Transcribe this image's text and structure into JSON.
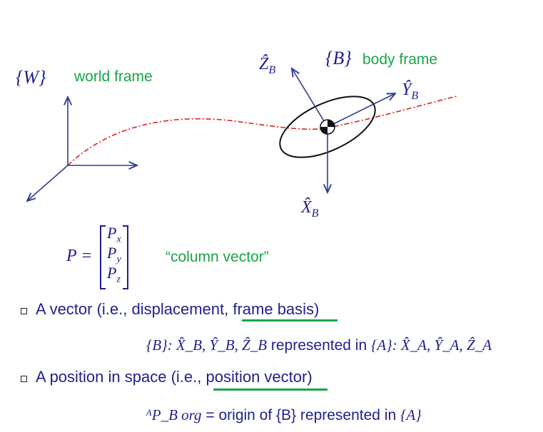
{
  "diagram": {
    "world_label": "{W}",
    "world_text": "world frame",
    "body_label": "{B}",
    "body_text": "body frame",
    "axis_zb": "Ẑ",
    "axis_yb": "Ŷ",
    "axis_xb": "X̂",
    "axis_subscript": "B"
  },
  "vector_eq": {
    "lhs": "P =",
    "components": [
      "P",
      "P",
      "P"
    ],
    "subscripts": [
      "x",
      "y",
      "z"
    ],
    "note": "“column vector”"
  },
  "bullets": [
    {
      "text": "A vector (i.e., displacement, ",
      "underlined": "frame basis)",
      "math_prefix": "{B}: X̂_B, Ŷ_B, Ẑ_B",
      "math_mid": " represented in ",
      "math_suffix": "{A}: X̂_A, Ŷ_A, Ẑ_A"
    },
    {
      "text": "A position in space (i.e., ",
      "underlined": "position vector)",
      "math_prefix": "ᴬP_B org",
      "math_mid": " = origin of {B} represented in ",
      "math_suffix": "{A}"
    }
  ],
  "colors": {
    "accent_blue": "#1f1f8f",
    "accent_green": "#1aa34a",
    "trajectory_red": "#e02020",
    "axis_line": "#2c3e8f"
  }
}
